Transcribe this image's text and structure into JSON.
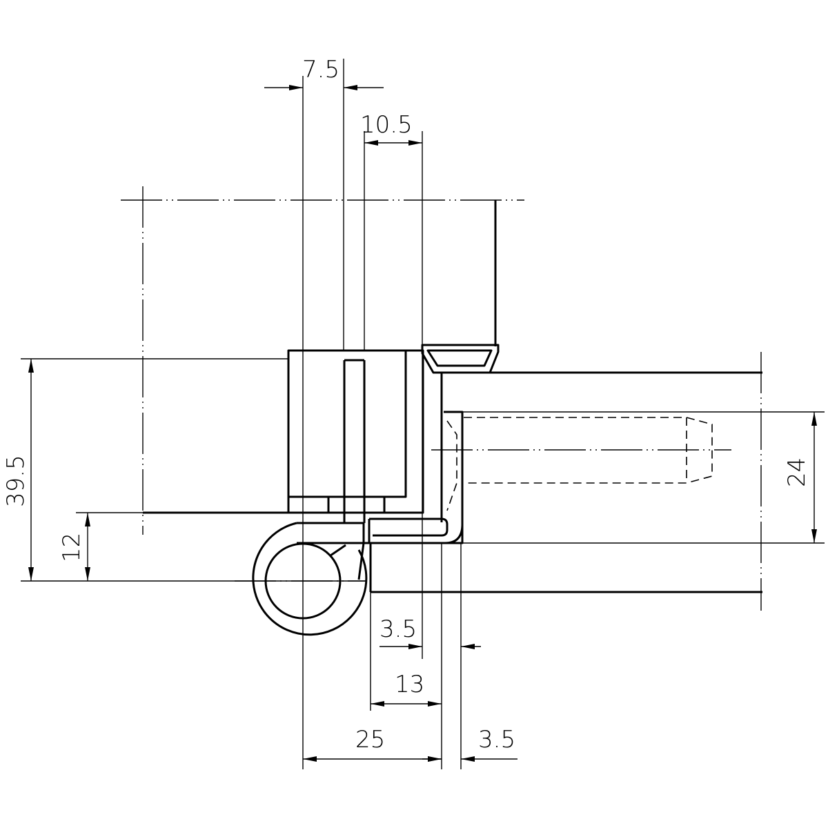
{
  "drawing": {
    "dimensions": {
      "d_7_5": "7.5",
      "d_10_5": "10.5",
      "d_39_5": "39.5",
      "d_12": "12",
      "d_24": "24",
      "d_3_5_upper": "3.5",
      "d_13": "13",
      "d_25": "25",
      "d_3_5_lower": "3.5"
    },
    "line_color": "#000000",
    "background": "#ffffff"
  }
}
